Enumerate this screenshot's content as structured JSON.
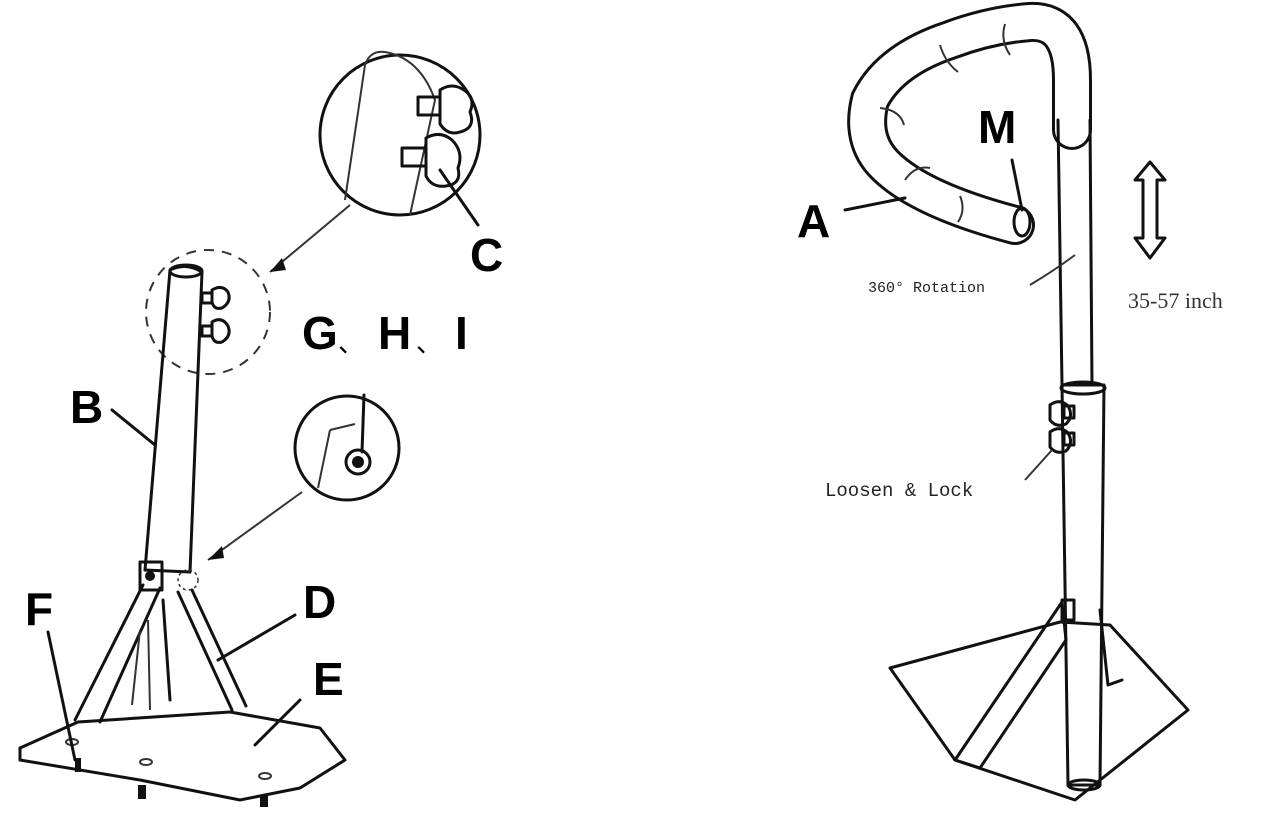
{
  "left_diagram": {
    "labels": {
      "B": "B",
      "C": "C",
      "G": "G",
      "sep1": "、",
      "H": "H",
      "sep2": "、",
      "I": "I",
      "D": "D",
      "E": "E",
      "F": "F"
    }
  },
  "right_diagram": {
    "labels": {
      "M": "M",
      "A": "A",
      "rotation": "360° Rotation",
      "height_range": "35-57 inch",
      "loosen_lock": "Loosen & Lock"
    }
  },
  "colors": {
    "line": "#111111",
    "background": "#ffffff"
  }
}
